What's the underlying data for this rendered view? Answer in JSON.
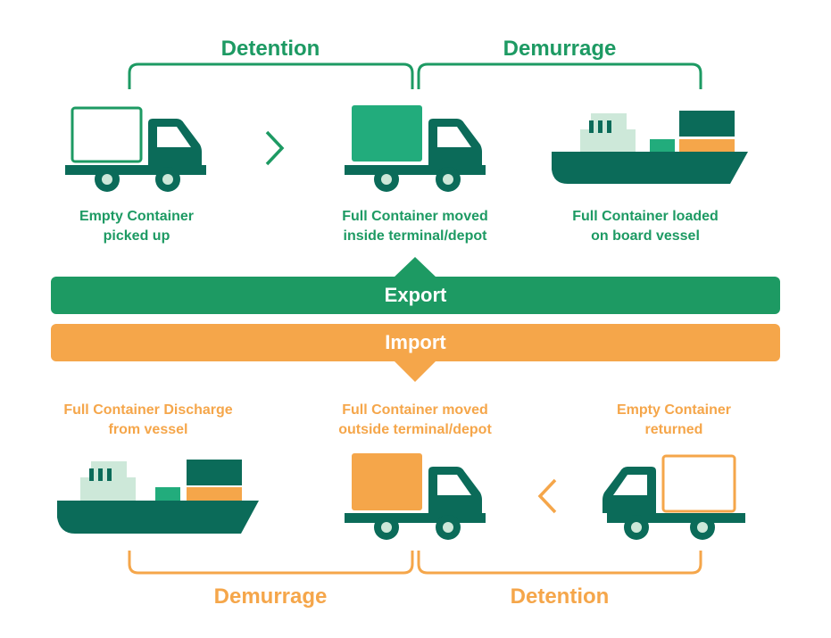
{
  "colors": {
    "export_green": "#1d9a63",
    "import_orange": "#f5a64a",
    "dark_teal": "#0b6b59",
    "mid_green": "#22ac7c",
    "light_green": "#cde8d9"
  },
  "export": {
    "label": "Export",
    "brackets": {
      "left": "Detention",
      "right": "Demurrage"
    },
    "steps": [
      {
        "caption_line1": "Empty Container",
        "caption_line2": "picked up",
        "icon": "truck-empty-container-icon"
      },
      {
        "caption_line1": "Full Container moved",
        "caption_line2": "inside terminal/depot",
        "icon": "truck-full-container-icon"
      },
      {
        "caption_line1": "Full Container loaded",
        "caption_line2": "on board vessel",
        "icon": "cargo-ship-icon"
      }
    ]
  },
  "import": {
    "label": "Import",
    "brackets": {
      "left": "Demurrage",
      "right": "Detention"
    },
    "steps": [
      {
        "caption_line1": "Full Container Discharge",
        "caption_line2": "from vessel",
        "icon": "cargo-ship-icon"
      },
      {
        "caption_line1": "Full Container moved",
        "caption_line2": "outside terminal/depot",
        "icon": "truck-full-container-icon"
      },
      {
        "caption_line1": "Empty Container",
        "caption_line2": "returned",
        "icon": "truck-empty-container-icon"
      }
    ]
  }
}
